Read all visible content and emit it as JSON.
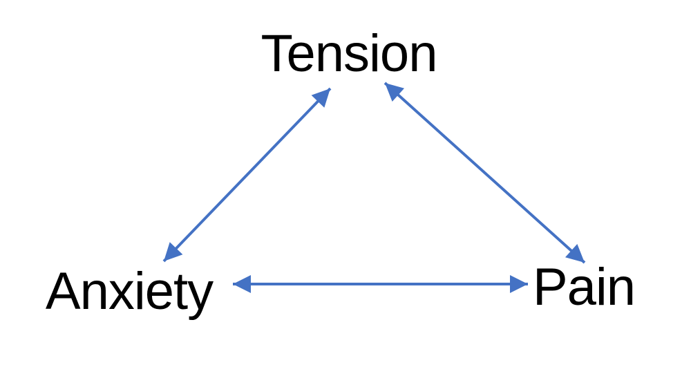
{
  "diagram": {
    "type": "triangle-cycle",
    "nodes": [
      {
        "id": "tension",
        "label": "Tension"
      },
      {
        "id": "anxiety",
        "label": "Anxiety"
      },
      {
        "id": "pain",
        "label": "Pain"
      }
    ],
    "edges": [
      {
        "from": "anxiety",
        "to": "tension",
        "bidirectional": true
      },
      {
        "from": "tension",
        "to": "pain",
        "bidirectional": true
      },
      {
        "from": "anxiety",
        "to": "pain",
        "bidirectional": true
      }
    ],
    "colors": {
      "arrow": "#4472C4",
      "text": "#000000",
      "background": "#FFFFFF"
    }
  }
}
